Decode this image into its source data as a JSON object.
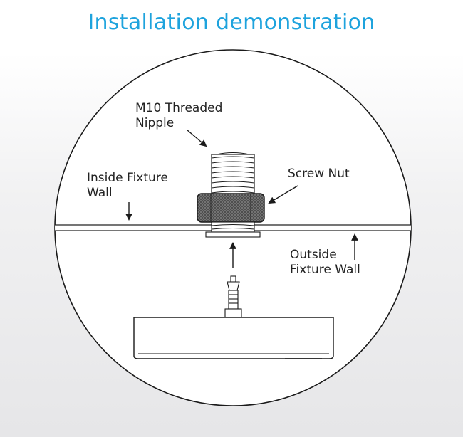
{
  "title": "Installation demonstration",
  "labels": {
    "nipple_line1": "M10 Threaded",
    "nipple_line2": "Nipple",
    "screw_nut": "Screw Nut",
    "inside_line1": "Inside Fixture",
    "inside_line2": "Wall",
    "outside_line1": "Outside",
    "outside_line2": "Fixture Wall"
  },
  "colors": {
    "title": "#1ea3dd",
    "stroke": "#1a1a1a",
    "nut_fill": "#555555",
    "circle_fill": "#ffffff"
  }
}
